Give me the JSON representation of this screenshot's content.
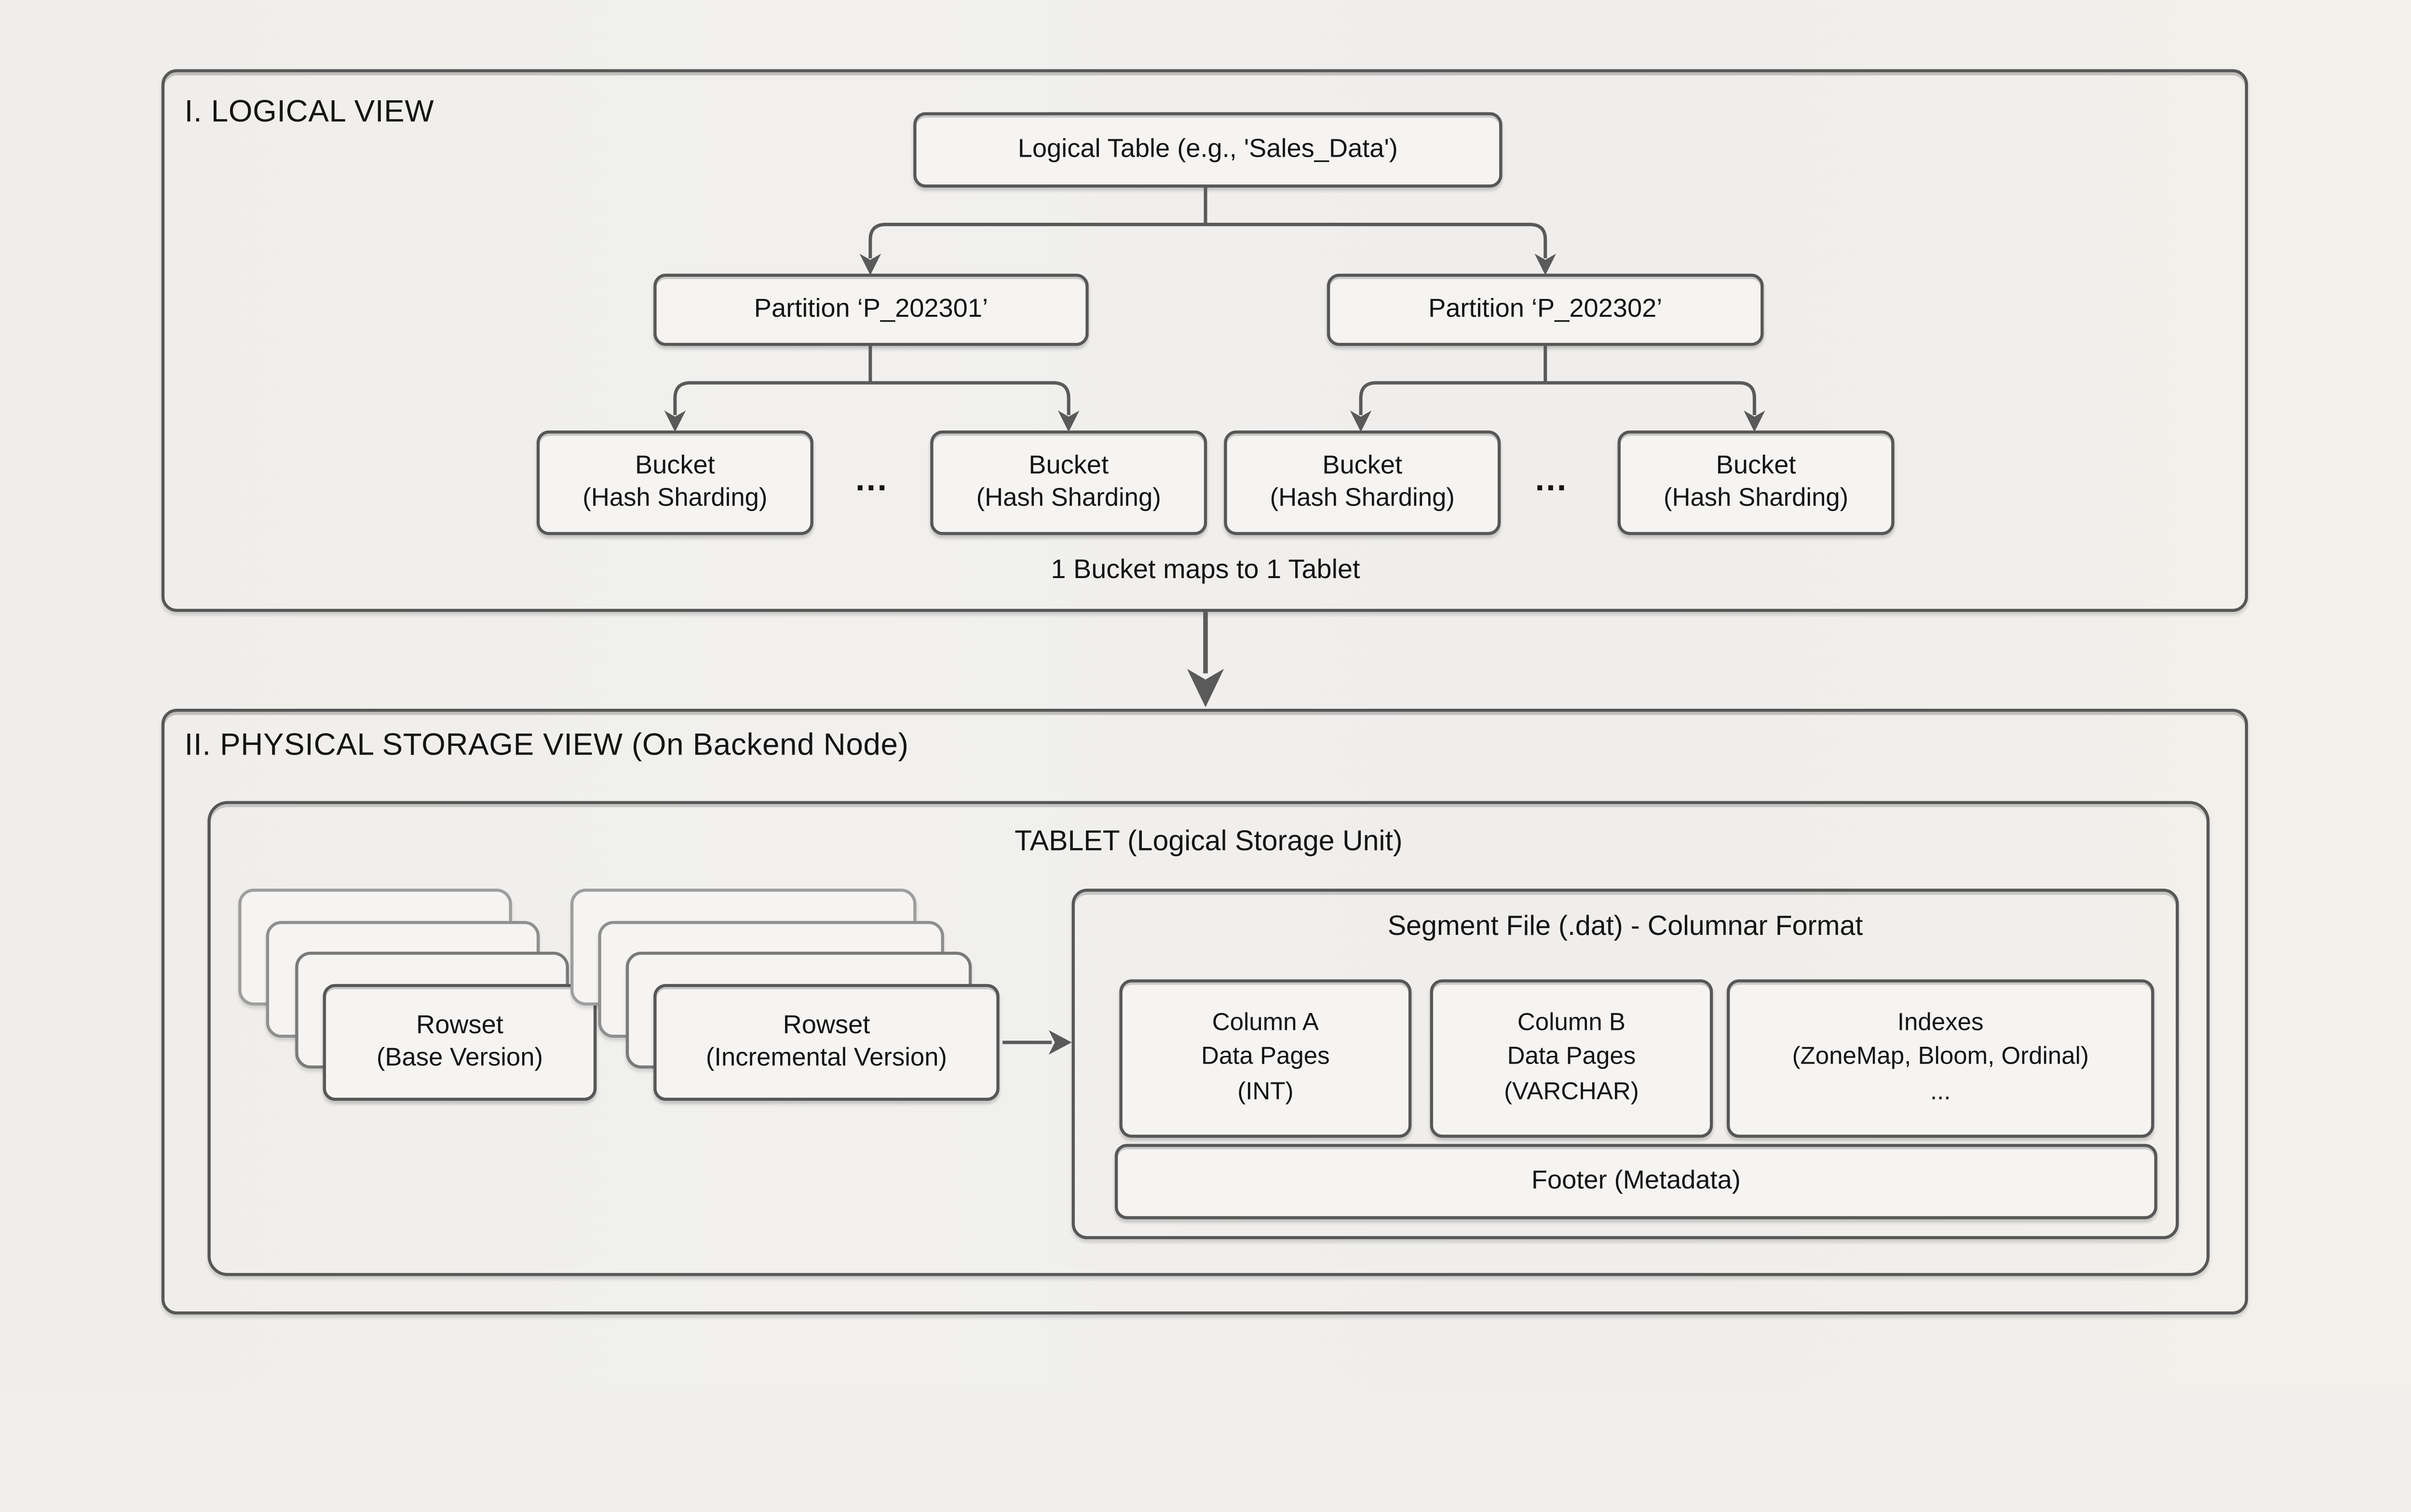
{
  "colors": {
    "background": "#f0efec",
    "box_fill": "#f5f4f2",
    "border": "#575757",
    "connector": "#5a5a5a",
    "text": "#141414"
  },
  "logical": {
    "title": "I. LOGICAL VIEW",
    "table_label": "Logical Table (e.g., 'Sales_Data')",
    "partitions": [
      {
        "label": "Partition ‘P_202301’"
      },
      {
        "label": "Partition ‘P_202302’"
      }
    ],
    "buckets": [
      {
        "line1": "Bucket",
        "line2": "(Hash Sharding)"
      },
      {
        "line1": "Bucket",
        "line2": "(Hash Sharding)"
      },
      {
        "line1": "Bucket",
        "line2": "(Hash Sharding)"
      },
      {
        "line1": "Bucket",
        "line2": "(Hash Sharding)"
      }
    ],
    "ellipsis": "...",
    "caption": "1 Bucket maps to 1 Tablet"
  },
  "physical": {
    "title": "II. PHYSICAL STORAGE VIEW (On Backend Node)",
    "tablet_title": "TABLET (Logical Storage Unit)",
    "rowset_base": {
      "line1": "Rowset",
      "line2": "(Base Version)"
    },
    "rowset_incremental": {
      "line1": "Rowset",
      "line2": "(Incremental Version)"
    },
    "segment": {
      "title": "Segment File (.dat) - Columnar Format",
      "columns": [
        {
          "line1": "Column A",
          "line2": "Data Pages",
          "line3": "(INT)"
        },
        {
          "line1": "Column B",
          "line2": "Data Pages",
          "line3": "(VARCHAR)"
        },
        {
          "line1": "Indexes",
          "line2": "(ZoneMap, Bloom, Ordinal)",
          "line3": "..."
        }
      ],
      "footer": "Footer (Metadata)"
    }
  }
}
